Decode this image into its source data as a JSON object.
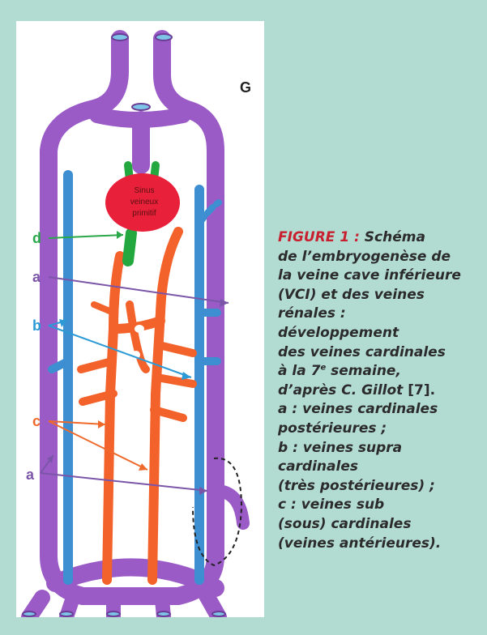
{
  "figure": {
    "corner_label": "G",
    "sinus_text": [
      "Sinus",
      "veineux",
      "primitif"
    ],
    "labels": {
      "a_top": "a",
      "b": "b",
      "c": "c",
      "a_bottom": "a",
      "d": "d"
    },
    "colors": {
      "purple_vein": "#9b5bc7",
      "blue_vein": "#3d8fd2",
      "orange_vein": "#f2622a",
      "green_vein": "#22a83e",
      "sinus_red": "#e8203a",
      "label_green": "#2aa84a",
      "label_purple": "#7b55a8",
      "label_blue": "#2c9ad6",
      "label_orange": "#ef6a2a"
    }
  },
  "caption": {
    "title": "FIGURE 1 :",
    "line1_rest": "Schéma",
    "line2": "de l’embryogenèse de",
    "line3": "la veine cave inférieure",
    "line4": "(VCI) et des veines",
    "line5": "rénales :",
    "line6": "développement",
    "line7": "des veines cardinales",
    "line8_pre": "à la 7",
    "line8_sup": "e",
    "line8_post": " semaine,",
    "line9_pre": "d’après C. Gillot",
    "line9_ref": "[7].",
    "line10": "a : veines cardinales",
    "line11": "postérieures ;",
    "line12": "b : veines supra",
    "line13": "cardinales",
    "line14": "(très postérieures) ;",
    "line15": "c : veines sub",
    "line16": "(sous) cardinales",
    "line17": "(veines antérieures)."
  }
}
